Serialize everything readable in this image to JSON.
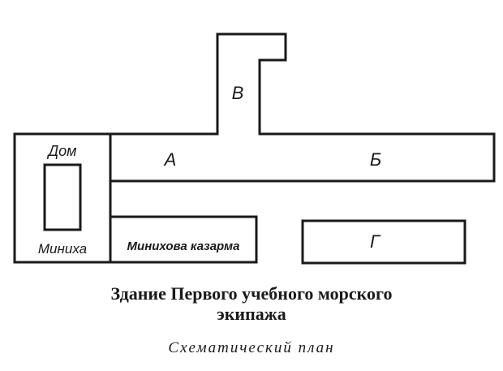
{
  "plan": {
    "labels": {
      "a": "А",
      "b": "Б",
      "v": "В",
      "g": "Г",
      "dom": "Дом",
      "minikha": "Миниха",
      "kazarma": "Минихова казарма"
    }
  },
  "caption": {
    "title_line1": "Здание Первого учебного морского",
    "title_line2": "экипажа",
    "subtitle": "Схематический план"
  },
  "colors": {
    "ink": "#1a1a1a",
    "paper": "#ffffff"
  }
}
